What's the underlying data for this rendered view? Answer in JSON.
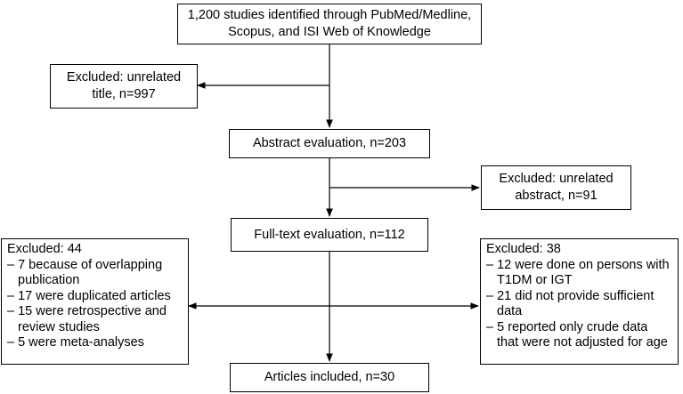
{
  "flowchart": {
    "identified": "1,200 studies identified through PubMed/Medline, Scopus, and ISI Web of Knowledge",
    "excluded_title": "Excluded: unrelated title, n=997",
    "abstract_eval": "Abstract evaluation, n=203",
    "excluded_abstract": "Excluded: unrelated abstract, n=91",
    "fulltext_eval": "Full-text evaluation, n=112",
    "excluded_left": {
      "header": "Excluded: 44",
      "items": [
        "7 because of overlapping publication",
        "17 were duplicated articles",
        "15 were retrospective and review studies",
        "5 were meta-analyses"
      ]
    },
    "excluded_right": {
      "header": "Excluded: 38",
      "items": [
        "12 were done on persons with T1DM or IGT",
        "21 did not provide sufficient data",
        "5 reported only crude data that were not adjusted for age"
      ]
    },
    "included": "Articles included, n=30"
  }
}
